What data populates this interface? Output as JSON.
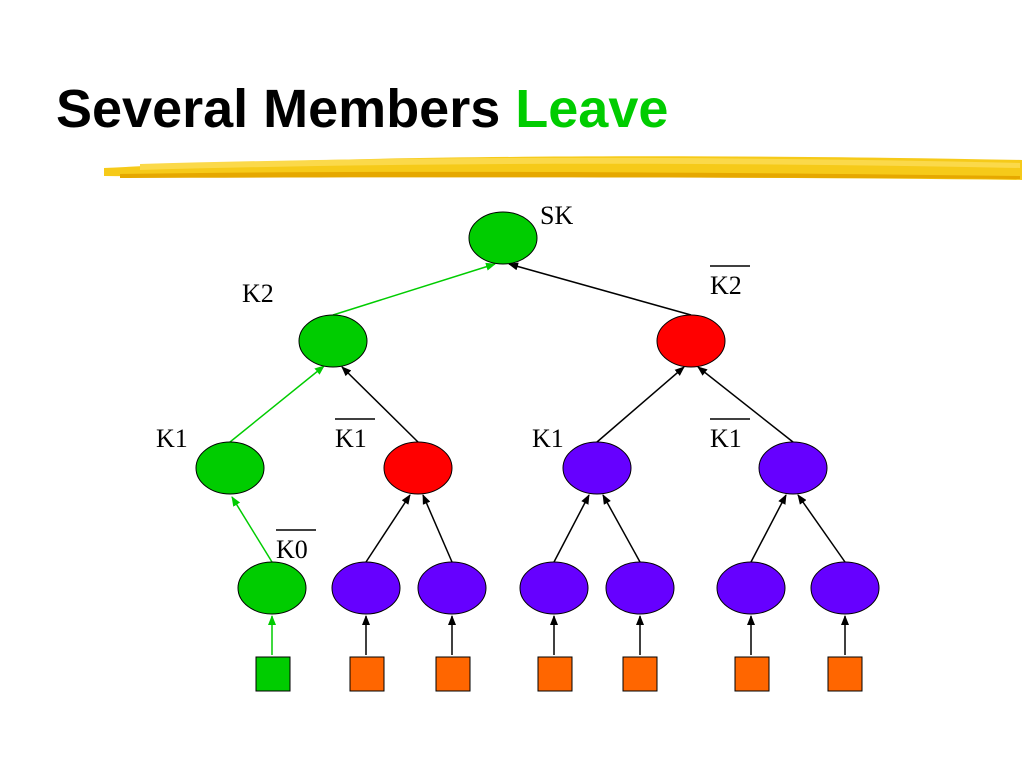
{
  "slide": {
    "title_main": "Several Members",
    "title_accent": "Leave"
  },
  "colors": {
    "title": "#000000",
    "accent": "#00cc00",
    "underline_brush": "#f5c400",
    "node_green": "#00cc00",
    "node_red": "#ff0000",
    "node_purple": "#6600ff",
    "member_green": "#00cc00",
    "member_orange": "#ff6600",
    "edge_green": "#00cc00",
    "edge_black": "#000000"
  },
  "tree": {
    "labels": {
      "root": "SK",
      "left_k2": "K2",
      "right_k2": "K2",
      "k1_a": "K1",
      "k1_b": "K1",
      "k1_c": "K1",
      "k1_d": "K1",
      "k0": "K0"
    },
    "overlined_labels": [
      "right_k2",
      "k1_b",
      "k1_d",
      "k0"
    ],
    "node_states": {
      "root": "green",
      "left_k2": "green",
      "right_k2": "red",
      "k1_a": "green",
      "k1_b": "red",
      "k1_c": "purple",
      "k1_d": "purple",
      "k0": "green",
      "leaf_2": "purple",
      "leaf_3": "purple",
      "leaf_4": "purple",
      "leaf_5": "purple",
      "leaf_6": "purple",
      "leaf_7": "purple"
    },
    "members": [
      "green",
      "orange",
      "orange",
      "orange",
      "orange",
      "orange",
      "orange"
    ]
  }
}
